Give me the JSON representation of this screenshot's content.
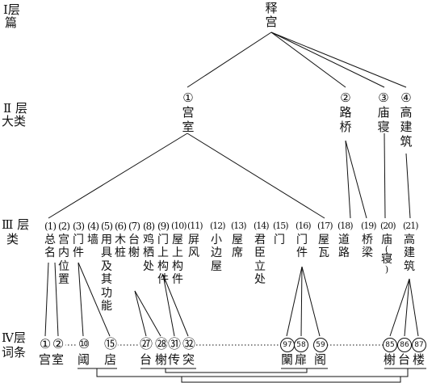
{
  "levels": {
    "l1": [
      "Ⅰ层",
      "篇"
    ],
    "l2": [
      "Ⅱ 层",
      "大类"
    ],
    "l3": [
      "Ⅲ 层",
      "类"
    ],
    "l4": [
      "Ⅳ层",
      "词条"
    ]
  },
  "root": [
    "释",
    "宫"
  ],
  "categories": [
    {
      "num": "①",
      "text": [
        "宫",
        "室"
      ]
    },
    {
      "num": "②",
      "text": [
        "路",
        "桥"
      ]
    },
    {
      "num": "③",
      "text": [
        "庙",
        "寝"
      ]
    },
    {
      "num": "④",
      "text": [
        "高",
        "建",
        "筑"
      ]
    }
  ],
  "classes": [
    {
      "num": "(1)",
      "text": "总名"
    },
    {
      "num": "(2)",
      "text": "宫内位置"
    },
    {
      "num": "(3)",
      "text": "门件"
    },
    {
      "num": "(4)",
      "text": "墙"
    },
    {
      "num": "(5)",
      "text": "用具及其功能"
    },
    {
      "num": "(6)",
      "text": "木桩"
    },
    {
      "num": "(7)",
      "text": "台榭"
    },
    {
      "num": "(8)",
      "text": "鸡栖处"
    },
    {
      "num": "(9)",
      "text": "门上构件"
    },
    {
      "num": "(10)",
      "text": "屋上构件"
    },
    {
      "num": "(11)",
      "text": "屏风"
    },
    {
      "num": "(12)",
      "text": "小边屋"
    },
    {
      "num": "(13)",
      "text": "屋席"
    },
    {
      "num": "(14)",
      "text": "君臣立处"
    },
    {
      "num": "(15)",
      "text": "门"
    },
    {
      "num": "(16)",
      "text": "门件"
    },
    {
      "num": "(17)",
      "text": "屋瓦"
    },
    {
      "num": "(18)",
      "text": "道路"
    },
    {
      "num": "(19)",
      "text": "桥梁"
    },
    {
      "num": "(20)",
      "text": "庙(寝)"
    },
    {
      "num": "(21)",
      "text": "高建筑"
    }
  ],
  "entries": [
    {
      "num": "①",
      "word": "宫"
    },
    {
      "num": "②",
      "word": "室"
    },
    {
      "num": "⑩",
      "word": "阈"
    },
    {
      "num": "⑮",
      "word": "扂"
    },
    {
      "num": "㉗",
      "word": "台"
    },
    {
      "num": "㉘",
      "word": "榭"
    },
    {
      "num": "㉛",
      "word": "传"
    },
    {
      "num": "㉜",
      "word": "突"
    },
    {
      "num": "97",
      "word": "闑"
    },
    {
      "num": "58",
      "word": "扉"
    },
    {
      "num": "59",
      "word": "阁"
    },
    {
      "num": "85",
      "word": "榭"
    },
    {
      "num": "86",
      "word": "台"
    },
    {
      "num": "87",
      "word": "楼"
    }
  ]
}
